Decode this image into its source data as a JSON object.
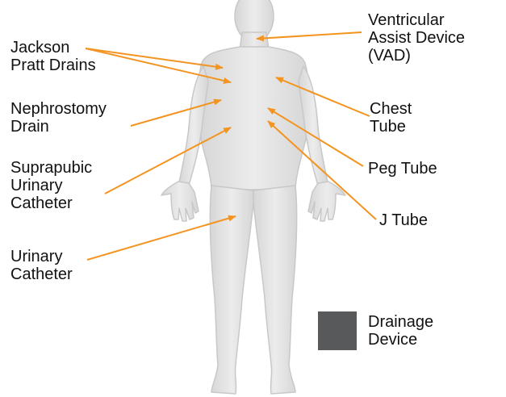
{
  "colors": {
    "arrow": "#f39420",
    "body_fill": "#e3e3e3",
    "body_stroke": "#c9c9c9",
    "legend_swatch": "#58595b",
    "text": "#111111"
  },
  "labels": {
    "jackson_pratt": "Jackson\nPratt Drains",
    "nephrostomy": "Nephrostomy\nDrain",
    "suprapubic": "Suprapubic\nUrinary\nCatheter",
    "urinary": "Urinary\nCatheter",
    "vad": "Ventricular\nAssist Device\n(VAD)",
    "chest_tube": "Chest\nTube",
    "peg_tube": "Peg Tube",
    "j_tube": "J Tube"
  },
  "legend": {
    "label": "Drainage\nDevice"
  }
}
